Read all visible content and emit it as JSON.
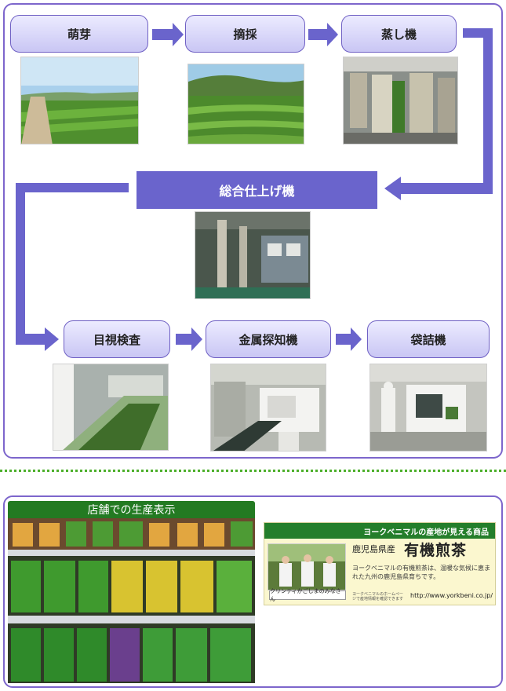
{
  "flow": {
    "steps": [
      "萌芽",
      "摘採",
      "蒸し機",
      "総合仕上げ機",
      "目視検査",
      "金属探知機",
      "袋詰機"
    ]
  },
  "store": {
    "title": "店舗での生産表示",
    "card": {
      "header": "ヨークベニマルの産地が見える商品",
      "origin": "鹿児島県産",
      "product": "有機煎茶",
      "description": "ヨークベニマルの有機煎茶は、温暖な気候に恵まれた九州の鹿児島県育ちです。",
      "caption": "クリンティかごしまのみなさん",
      "note": "ヨークベニマルのホームページで産地情報を確認できます",
      "url": "http://www.yorkbeni.co.jp/"
    }
  },
  "colors": {
    "frame": "#7d66cc",
    "arrow": "#6a64cc",
    "step_fill": "#d8d5fa",
    "dots": "#4caf2a",
    "store_title": "#237a22"
  }
}
